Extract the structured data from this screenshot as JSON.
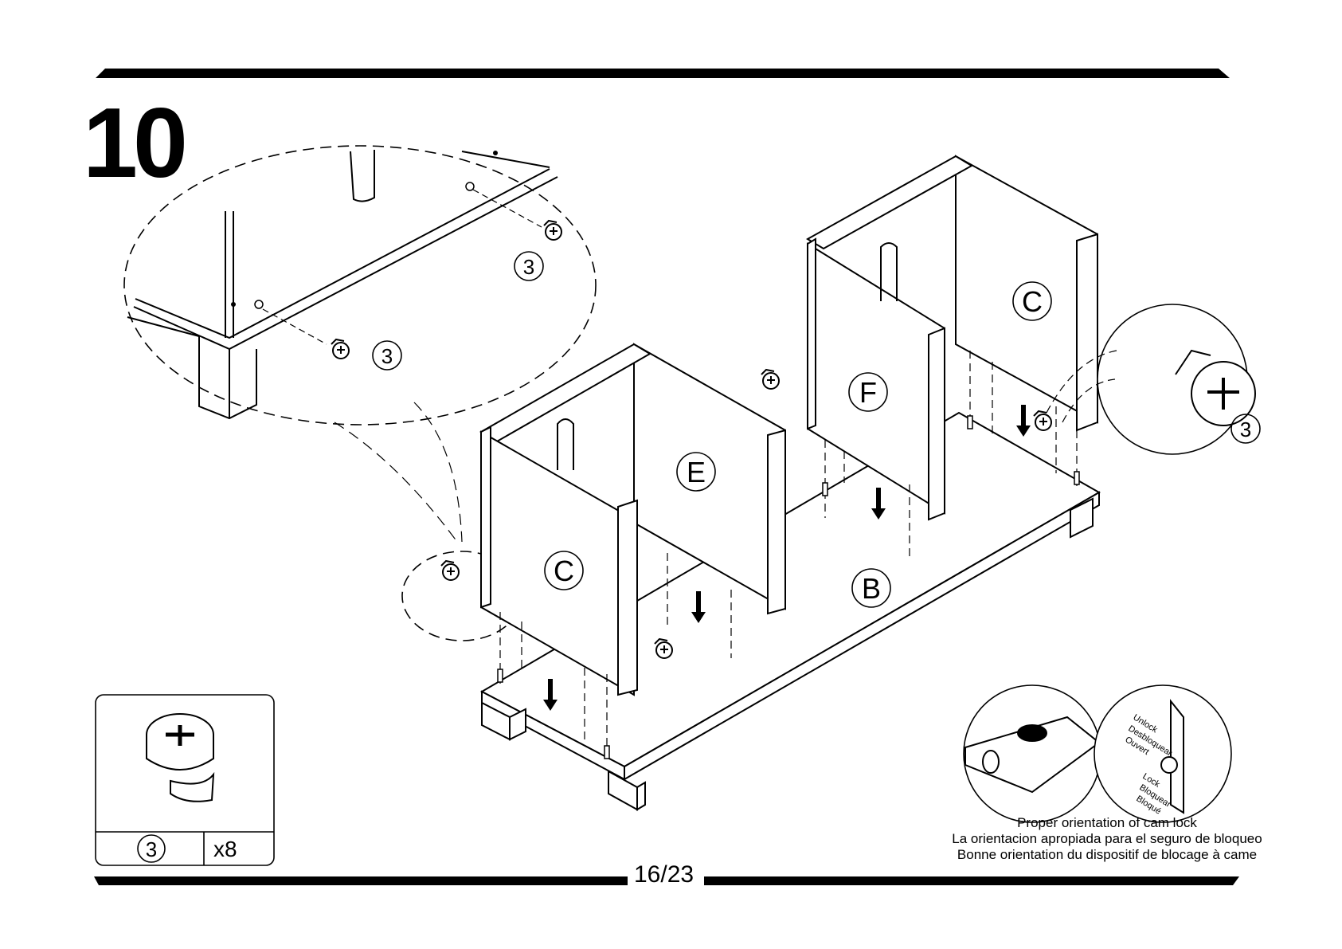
{
  "step": {
    "number": "10"
  },
  "page": {
    "indicator": "16/23"
  },
  "panels": {
    "b": "B",
    "c_front": "C",
    "c_back": "C",
    "e": "E",
    "f": "F"
  },
  "callouts": {
    "zoom_left_a": "3",
    "zoom_left_b": "3",
    "zoom_right": "3"
  },
  "parts_box": {
    "part_number": "3",
    "quantity": "x8"
  },
  "cam_orientation": {
    "unlock": [
      "Unlock",
      "Desbloquear",
      "Ouvert"
    ],
    "lock": [
      "Lock",
      "Bloquear",
      "Bloqué"
    ],
    "caption": [
      "Proper orientation of cam lock",
      "La orientacion apropiada para el seguro de bloqueo",
      "Bonne orientation du dispositif de blocage à came"
    ]
  }
}
